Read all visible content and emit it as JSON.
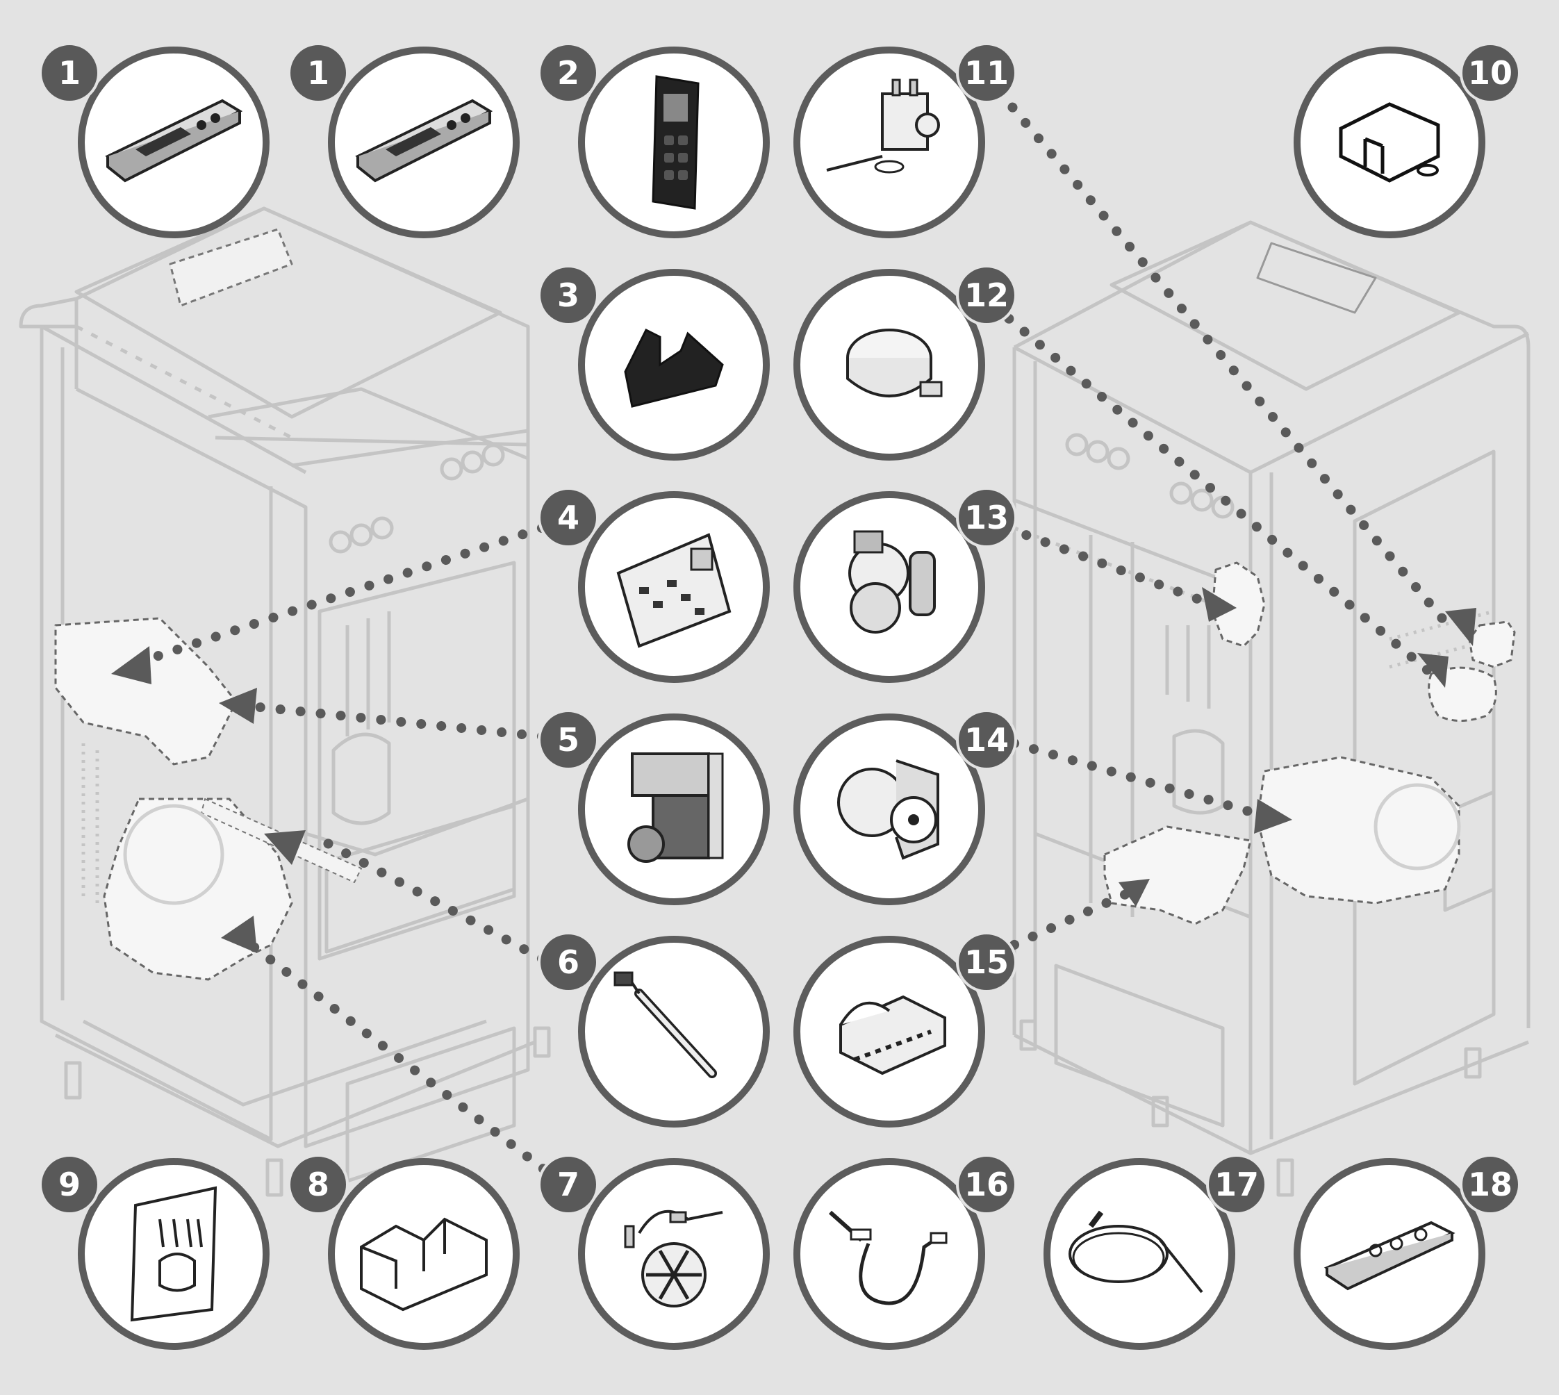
{
  "colors": {
    "background": "#e3e3e3",
    "ring": "#5c5c5c",
    "badge": "#595959",
    "dots": "#5a5a5a",
    "stove_line": "#c4c4c4",
    "highlight": "#f3f3f3"
  },
  "parts": [
    {
      "number": "1",
      "icon": "control-panel-icon"
    },
    {
      "number": "1",
      "icon": "control-panel-icon"
    },
    {
      "number": "2",
      "icon": "remote-display-icon"
    },
    {
      "number": "11",
      "icon": "thermostat-icon"
    },
    {
      "number": "10",
      "icon": "cover-bracket-icon"
    },
    {
      "number": "3",
      "icon": "bracket-icon"
    },
    {
      "number": "12",
      "icon": "pressure-switch-icon"
    },
    {
      "number": "4",
      "icon": "circuit-board-icon"
    },
    {
      "number": "13",
      "icon": "vacuum-switch-icon"
    },
    {
      "number": "5",
      "icon": "gear-motor-icon"
    },
    {
      "number": "14",
      "icon": "blower-fan-icon"
    },
    {
      "number": "6",
      "icon": "igniter-icon"
    },
    {
      "number": "15",
      "icon": "burn-pot-icon"
    },
    {
      "number": "9",
      "icon": "door-glass-icon"
    },
    {
      "number": "8",
      "icon": "hopper-icon"
    },
    {
      "number": "7",
      "icon": "exhaust-fan-icon"
    },
    {
      "number": "16",
      "icon": "probe-cable-icon"
    },
    {
      "number": "17",
      "icon": "sensor-cable-icon"
    },
    {
      "number": "18",
      "icon": "remote-control-icon"
    }
  ]
}
